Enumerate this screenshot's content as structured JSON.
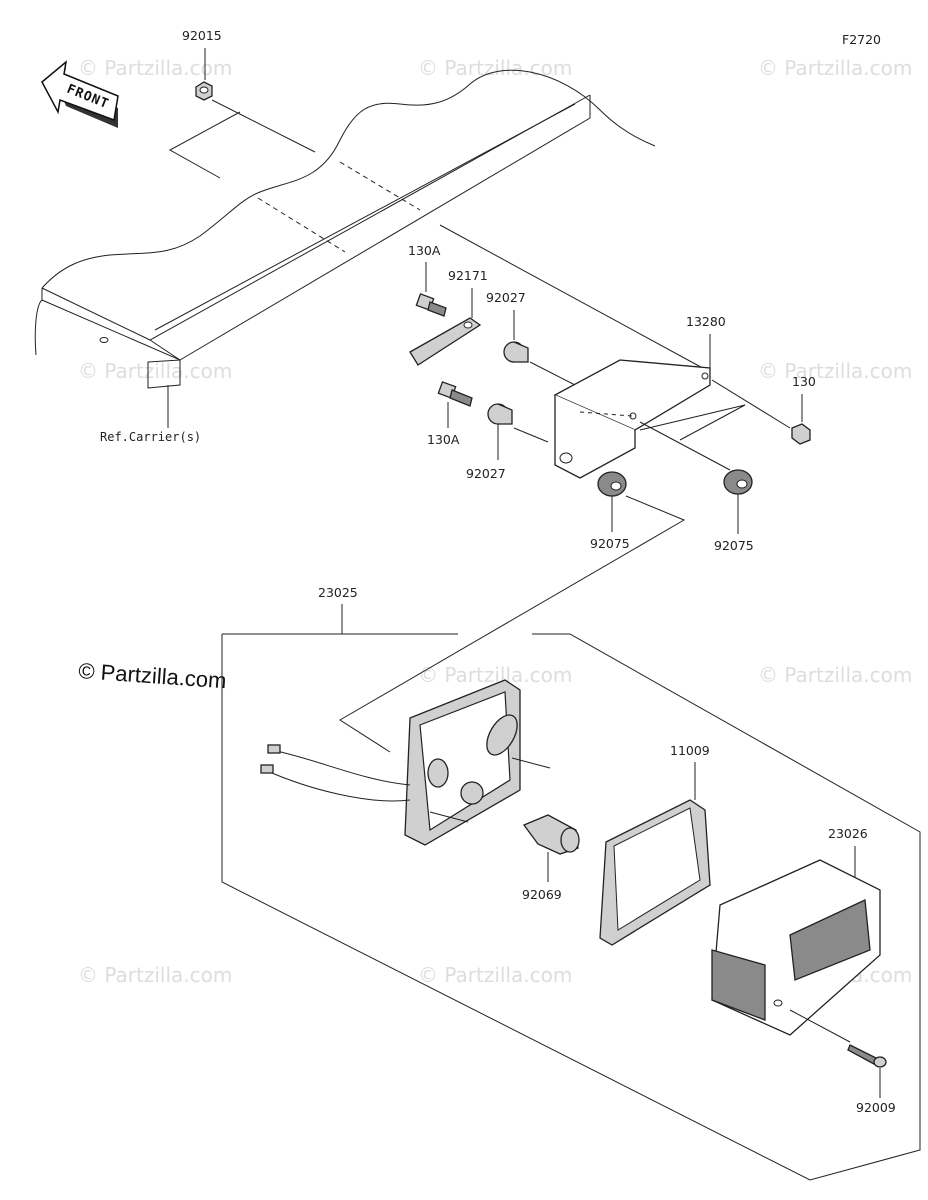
{
  "diagram_code": "F2720",
  "front_label": "FRONT",
  "watermark_text": "© Partzilla.com",
  "main_watermark": "© Partzilla.com",
  "ref_label": "Ref.Carrier(s)",
  "part_numbers": {
    "p92015": "92015",
    "p130A_top": "130A",
    "p92171": "92171",
    "p92027_top": "92027",
    "p13280": "13280",
    "p130": "130",
    "p130A_bottom": "130A",
    "p92027_bottom": "92027",
    "p92075_left": "92075",
    "p92075_right": "92075",
    "p23025": "23025",
    "p11009": "11009",
    "p23026": "23026",
    "p92069": "92069",
    "p92009": "92009"
  }
}
